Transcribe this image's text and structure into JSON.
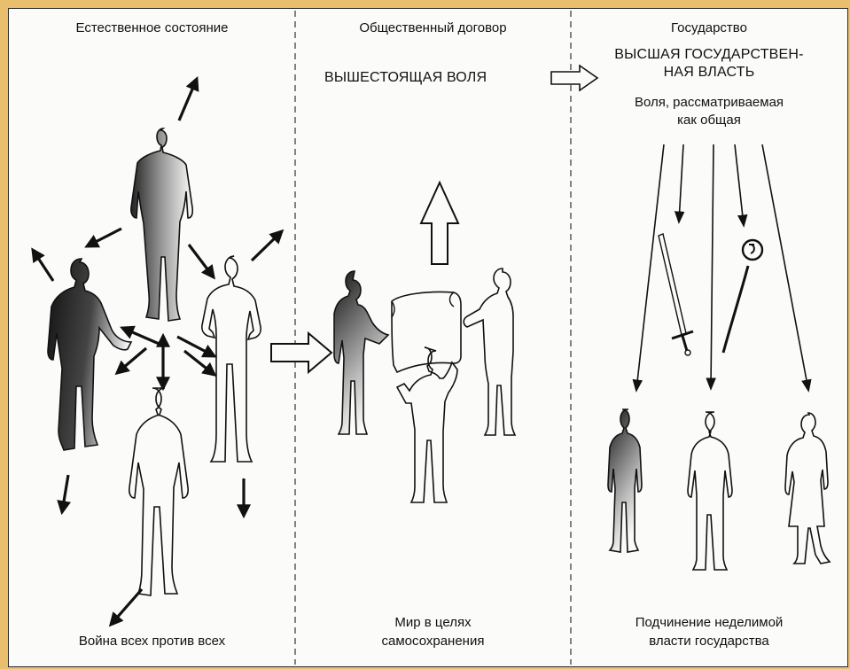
{
  "panels": {
    "left": {
      "title": "Естественное состояние",
      "caption": "Война всех против всех"
    },
    "middle": {
      "title": "Общественный договор",
      "heading": "ВЫШЕСТОЯЩАЯ ВОЛЯ",
      "caption_line1": "Мир в целях",
      "caption_line2": "самосохранения"
    },
    "right": {
      "title": "Государство",
      "heading_line1": "ВЫСШАЯ ГОСУДАРСТВЕН-",
      "heading_line2": "НАЯ ВЛАСТЬ",
      "sub_line1": "Воля, рассматриваемая",
      "sub_line2": "как общая",
      "caption_line1": "Подчинение неделимой",
      "caption_line2": "власти государства"
    }
  },
  "colors": {
    "background": "#e9bf6e",
    "paper": "#fbfbf9",
    "ink": "#111111"
  }
}
